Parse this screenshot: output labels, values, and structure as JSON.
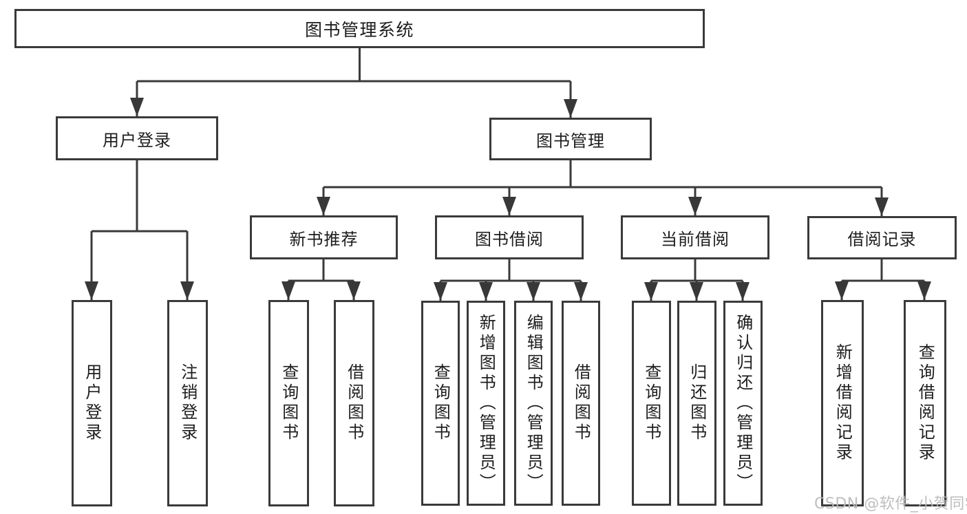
{
  "diagram": {
    "root": {
      "label": "图书管理系统"
    },
    "branches": [
      {
        "label": "用户登录",
        "children": [
          {
            "label": "用户登录"
          },
          {
            "label": "注销登录"
          }
        ]
      },
      {
        "label": "图书管理",
        "children": [
          {
            "label": "新书推荐",
            "children": [
              {
                "label": "查询图书"
              },
              {
                "label": "借阅图书"
              }
            ]
          },
          {
            "label": "图书借阅",
            "children": [
              {
                "label": "查询图书"
              },
              {
                "label": "新增图书（管理员）"
              },
              {
                "label": "编辑图书（管理员）"
              },
              {
                "label": "借阅图书"
              }
            ]
          },
          {
            "label": "当前借阅",
            "children": [
              {
                "label": "查询图书"
              },
              {
                "label": "归还图书"
              },
              {
                "label": "确认归还（管理员）"
              }
            ]
          },
          {
            "label": "借阅记录",
            "children": [
              {
                "label": "新增借阅记录"
              },
              {
                "label": "查询借阅记录"
              }
            ]
          }
        ]
      }
    ]
  },
  "watermark": {
    "text": "CSDN @软件_小贺同学"
  },
  "colors": {
    "line": "#3a3a3a",
    "text": "#1d1d1f",
    "watermark": "#bbbbbb",
    "background": "#ffffff"
  }
}
